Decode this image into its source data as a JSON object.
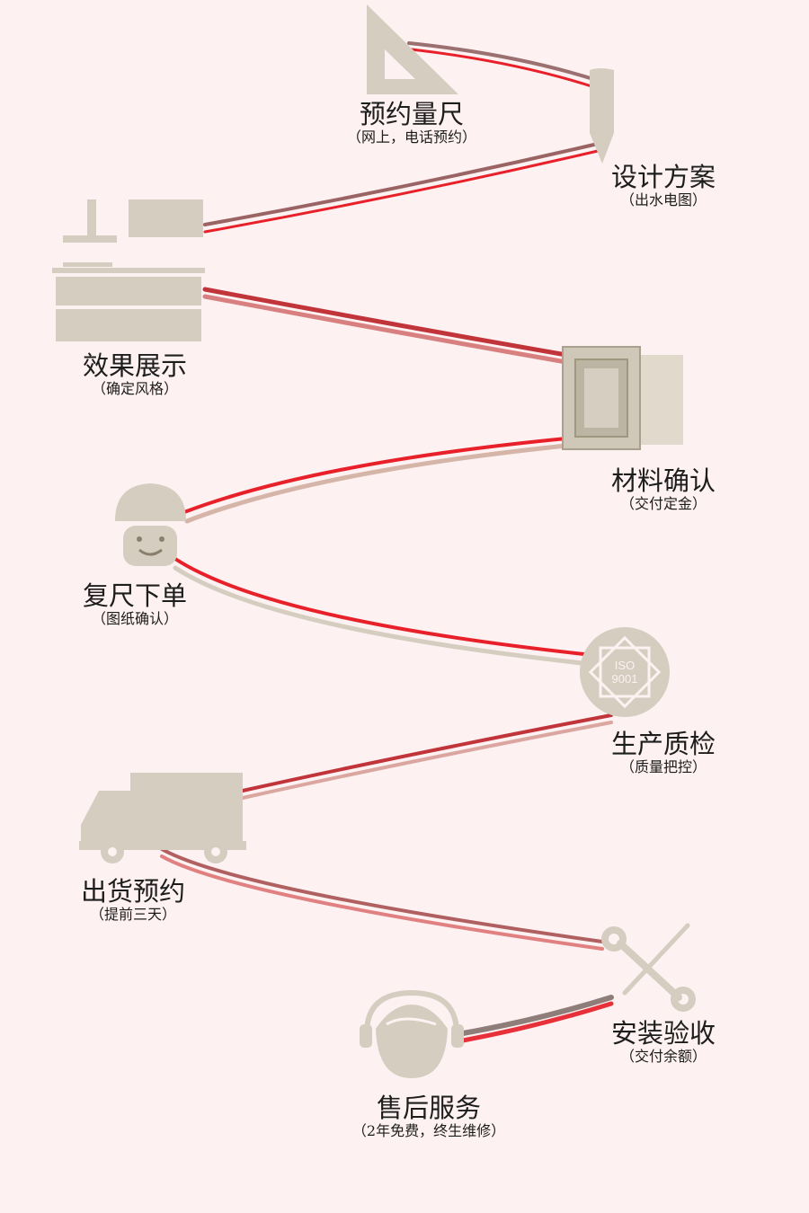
{
  "colors": {
    "background": "#fdf1f1",
    "icon": "#d5cdbf",
    "ribbon_red": "#e8202a",
    "ribbon_brown": "#9b6b6b"
  },
  "steps": [
    {
      "title": "预约量尺",
      "subtitle": "（网上，电话预约）",
      "icon": "set-square-icon"
    },
    {
      "title": "设计方案",
      "subtitle": "（出水电图）",
      "icon": "pencil-icon"
    },
    {
      "title": "效果展示",
      "subtitle": "（确定风格）",
      "icon": "kitchen-icon"
    },
    {
      "title": "材料确认",
      "subtitle": "（交付定金）",
      "icon": "cabinet-door-icon"
    },
    {
      "title": "复尺下单",
      "subtitle": "（图纸确认）",
      "icon": "worker-helmet-icon"
    },
    {
      "title": "生产质检",
      "subtitle": "（质量把控）",
      "icon": "iso-badge-icon",
      "badge_text": [
        "ISO",
        "9001"
      ]
    },
    {
      "title": "出货预约",
      "subtitle": "（提前三天）",
      "icon": "truck-icon"
    },
    {
      "title": "安装验收",
      "subtitle": "（交付余额）",
      "icon": "tools-icon"
    },
    {
      "title": "售后服务",
      "subtitle": "（2年免费，终生维修）",
      "icon": "headset-icon"
    }
  ]
}
